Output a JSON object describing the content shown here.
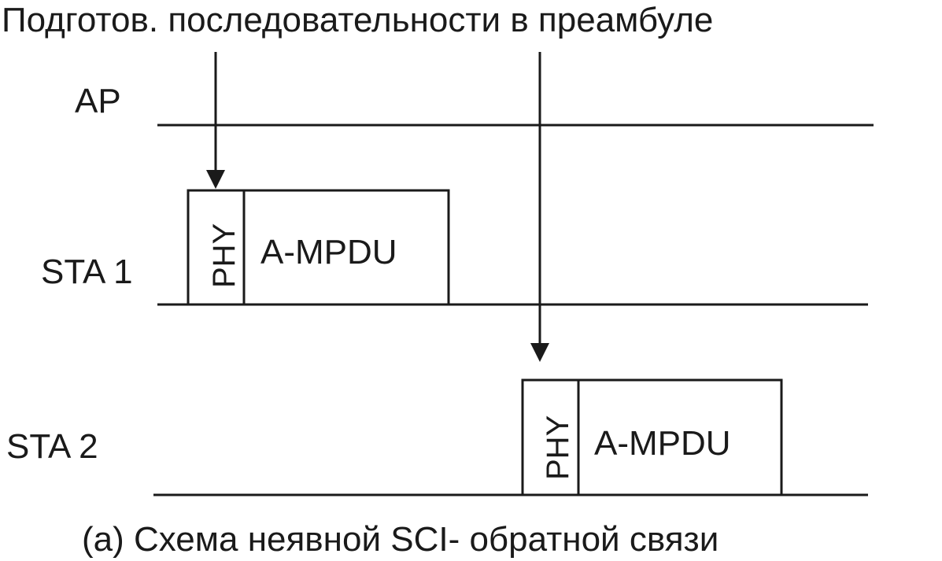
{
  "title": "Подготов. последовательности в преамбуле",
  "caption": "(a) Схема неявной SCI- обратной связи",
  "timelines": {
    "ap": {
      "label": "AP"
    },
    "sta1": {
      "label": "STA 1"
    },
    "sta2": {
      "label": "STA 2"
    }
  },
  "frames": {
    "sta1": {
      "phy_label": "PHY",
      "payload_label": "A-MPDU"
    },
    "sta2": {
      "phy_label": "PHY",
      "payload_label": "A-MPDU"
    }
  },
  "colors": {
    "stroke": "#1a1a1a",
    "background": "#ffffff"
  }
}
